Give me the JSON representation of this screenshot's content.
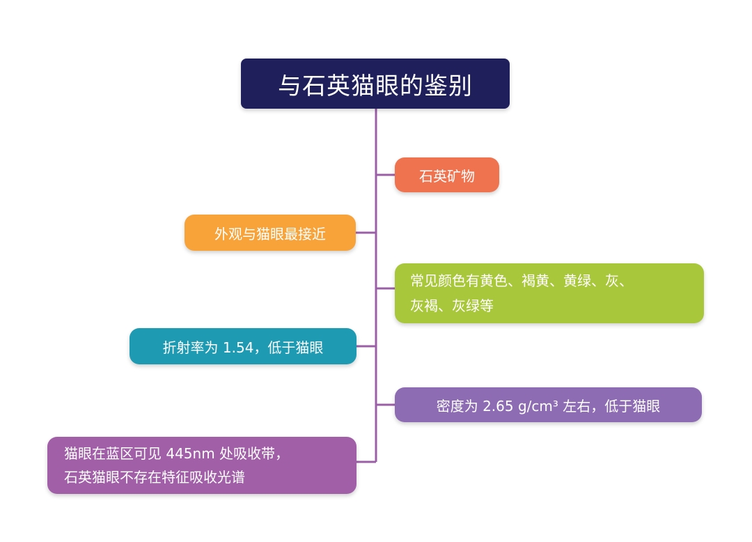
{
  "title": "与石英猫眼的鉴别",
  "nodes": [
    {
      "text": "石英矿物",
      "color": "#f07350"
    },
    {
      "text": "外观与猫眼最接近",
      "color": "#f7a33a"
    },
    {
      "text": "常见颜色有黄色、褐黄、黄绿、灰、\n灰褐、灰绿等",
      "color": "#a8c73a"
    },
    {
      "text": "折射率为 1.54，低于猫眼",
      "color": "#1e9ab3"
    },
    {
      "text": "密度为 2.65 g/cm³ 左右，低于猫眼",
      "color": "#8d6cb3"
    },
    {
      "text": "猫眼在蓝区可见 445nm 处吸收带，\n石英猫眼不存在特征吸收光谱",
      "color": "#a15fa8"
    }
  ],
  "colors": {
    "root": "#1f1f5c",
    "connector": "#9b5fa8"
  }
}
